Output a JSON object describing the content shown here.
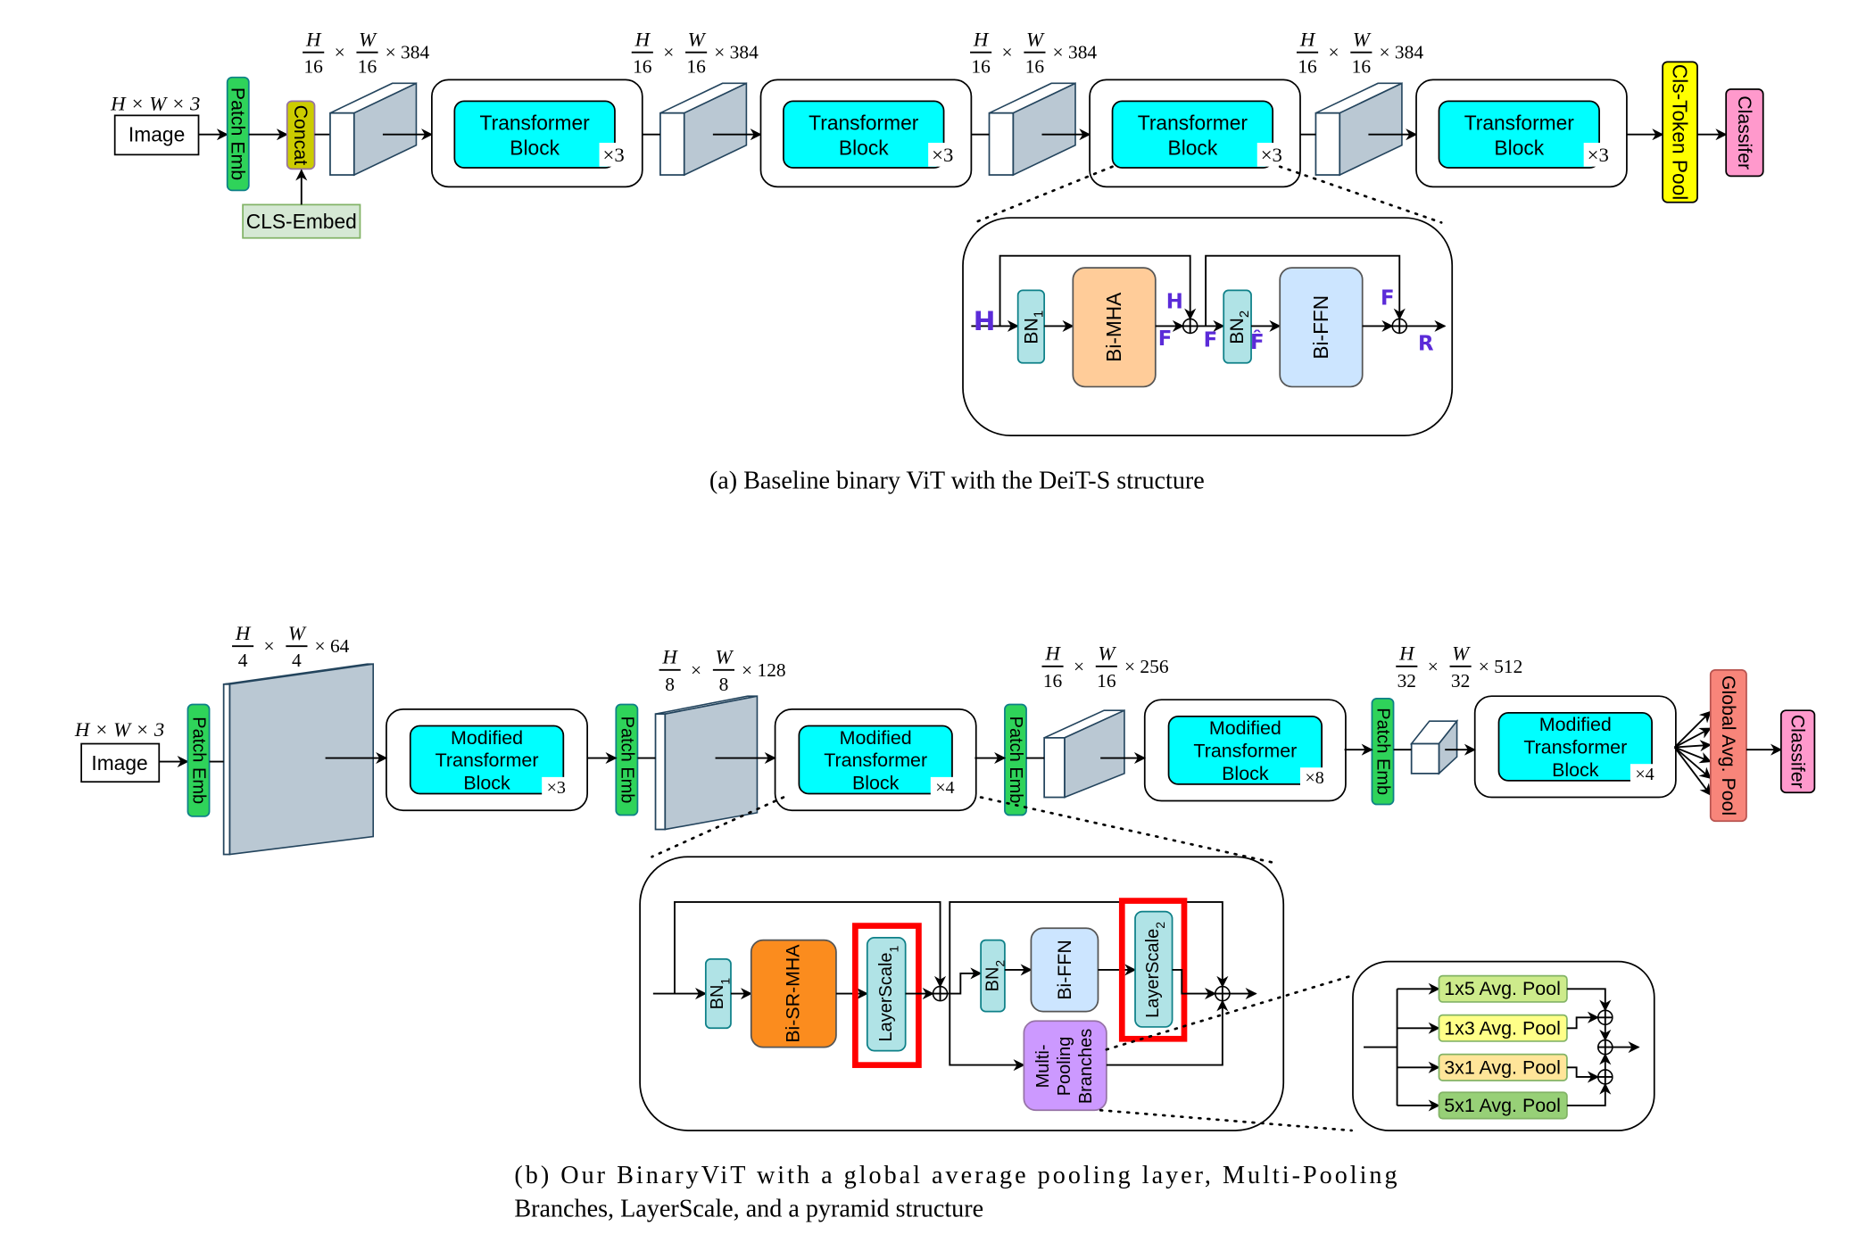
{
  "part_a": {
    "input_dim": "H × W × 3",
    "image": "Image",
    "patch_emb": "Patch Emb",
    "concat": "Concat",
    "cls_embed": "CLS-Embed",
    "dims": [
      {
        "num1": "H",
        "den1": "16",
        "num2": "W",
        "den2": "16",
        "times": "×",
        "ch": "× 384"
      },
      {
        "num1": "H",
        "den1": "16",
        "num2": "W",
        "den2": "16",
        "times": "×",
        "ch": "× 384"
      },
      {
        "num1": "H",
        "den1": "16",
        "num2": "W",
        "den2": "16",
        "times": "×",
        "ch": "× 384"
      },
      {
        "num1": "H",
        "den1": "16",
        "num2": "W",
        "den2": "16",
        "times": "×",
        "ch": "× 384"
      }
    ],
    "blocks": [
      {
        "line1": "Transformer",
        "line2": "Block",
        "repeat": "×3"
      },
      {
        "line1": "Transformer",
        "line2": "Block",
        "repeat": "×3"
      },
      {
        "line1": "Transformer",
        "line2": "Block",
        "repeat": "×3"
      },
      {
        "line1": "Transformer",
        "line2": "Block",
        "repeat": "×3"
      }
    ],
    "cls_token_pool": "Cls-Token Pool",
    "classifier": "Classifer",
    "detail": {
      "bn1": "BN",
      "bn1_sub": "1",
      "mha": "Bi-MHA",
      "bn2": "BN",
      "bn2_sub": "2",
      "ffn": "Bi-FFN",
      "annotations": [
        "H",
        "H",
        "F",
        "F",
        "F̂",
        "F",
        "R"
      ]
    },
    "caption": "(a) Baseline binary ViT with the DeiT-S structure"
  },
  "part_b": {
    "input_dim": "H × W × 3",
    "image": "Image",
    "patch_emb": "Patch Emb",
    "dims": [
      {
        "num1": "H",
        "den1": "4",
        "num2": "W",
        "den2": "4",
        "times": "×",
        "ch": "× 64"
      },
      {
        "num1": "H",
        "den1": "8",
        "num2": "W",
        "den2": "8",
        "times": "×",
        "ch": "× 128"
      },
      {
        "num1": "H",
        "den1": "16",
        "num2": "W",
        "den2": "16",
        "times": "×",
        "ch": "× 256"
      },
      {
        "num1": "H",
        "den1": "32",
        "num2": "W",
        "den2": "32",
        "times": "×",
        "ch": "× 512"
      }
    ],
    "blocks": [
      {
        "line1": "Modified",
        "line2": "Transformer",
        "line3": "Block",
        "repeat": "×3"
      },
      {
        "line1": "Modified",
        "line2": "Transformer",
        "line3": "Block",
        "repeat": "×4"
      },
      {
        "line1": "Modified",
        "line2": "Transformer",
        "line3": "Block",
        "repeat": "×8"
      },
      {
        "line1": "Modified",
        "line2": "Transformer",
        "line3": "Block",
        "repeat": "×4"
      }
    ],
    "global_avg_pool": "Global Avg. Pool",
    "classifier": "Classifer",
    "detail": {
      "bn1": "BN",
      "bn1_sub": "1",
      "mha": "Bi-SR-MHA",
      "layerscale1": "LayerScale",
      "layerscale1_sub": "1",
      "bn2": "BN",
      "bn2_sub": "2",
      "ffn": "Bi-FFN",
      "layerscale2": "LayerScale",
      "layerscale2_sub": "2",
      "mpb_lines": [
        "Multi-",
        "Pooling",
        "Branches"
      ]
    },
    "pools": [
      "1x5 Avg. Pool",
      "1x3 Avg. Pool",
      "3x1 Avg. Pool",
      "5x1 Avg. Pool"
    ],
    "caption_lines": [
      "(b) Our BinaryViT with a global average pooling layer, Multi-Pooling",
      "Branches, LayerScale, and a pyramid structure"
    ]
  },
  "colors": {
    "transformer_block": "#00ffff",
    "patch_emb": "#2fd35a",
    "concat": "#cccc00",
    "cls_embed": "#d5e8d4",
    "feature_map": "#bac8d3",
    "bn": "#b0e3e6",
    "bi_mha": "#ffcc99",
    "bi_sr_mha": "#fb8c1e",
    "bi_ffn": "#cce5ff",
    "multi_pooling": "#cc99ff",
    "cls_token_pool": "#ffff00",
    "classifier": "#ff99cc",
    "global_avg_pool": "#f8857a",
    "highlight": "#ff0000",
    "annotation": "#5b2bd8"
  }
}
